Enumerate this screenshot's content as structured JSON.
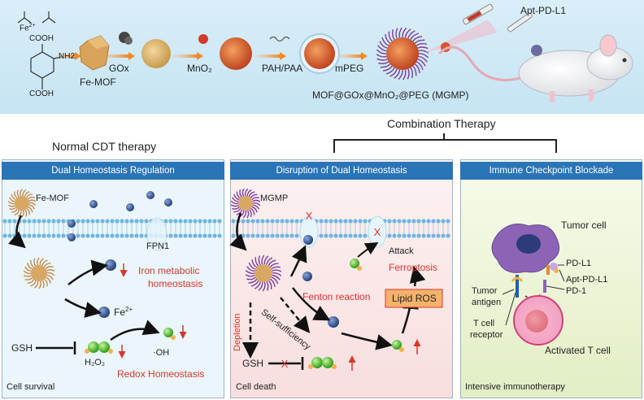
{
  "top": {
    "fe_label": "Fe",
    "fe_sup": "2+",
    "cooh_top": "COOH",
    "nh2": "NH2",
    "cooh_bottom": "COOH",
    "fe_mof": "Fe-MOF",
    "gox": "GOx",
    "mno2": "MnO₂",
    "pah_paa": "PAH/PAA",
    "mpeg": "mPEG",
    "mgmp_full": "MOF@GOx@MnO₂@PEG (MGMP)",
    "apt": "Apt-PD-L1"
  },
  "combination": "Combination Therapy",
  "normal_cdt": "Normal CDT therapy",
  "panel1": {
    "header": "Dual Homeostasis Regulation",
    "fe_mof": "Fe-MOF",
    "fpn1": "FPN1",
    "iron_line1": "Iron metabolic",
    "iron_line2": "homeostasis",
    "fe": "Fe",
    "fe_sup": "2+",
    "gsh": "GSH",
    "h2o2": "H₂O₂",
    "oh": "·OH",
    "redox": "Redox Homeostasis",
    "footer": "Cell survival"
  },
  "panel2": {
    "header": "Disruption of Dual Homeostasis",
    "mgmp": "MGMP",
    "attack": "Attack",
    "ferroptosis": "Ferroptosis",
    "fenton": "Fenton reaction",
    "lipid_ros": "Lipid ROS",
    "self_suff": "Self-sufficiency",
    "depletion": "Depletion",
    "gsh": "GSH",
    "footer": "Cell death"
  },
  "panel3": {
    "header": "Immune Checkpoint Blockade",
    "tumor_cell": "Tumor  cell",
    "pdl1": "PD-L1",
    "apt": "Apt-PD-L1",
    "pd1": "PD-1",
    "tumor_antigen_1": "Tumor",
    "tumor_antigen_2": "antigen",
    "tcr_1": "T cell",
    "tcr_2": "receptor",
    "activated": "Activated T cell",
    "footer": "Intensive immunotherapy"
  },
  "colors": {
    "top_bg": "#cfe8f5",
    "header_blue": "#2a74b8",
    "panel1_bg": "#eaf6fb",
    "panel2_bg": "#fbeaea",
    "panel3_bg": "#eef5dc",
    "red": "#d9362b",
    "lipid_ros_bg": "#f6b26b"
  }
}
